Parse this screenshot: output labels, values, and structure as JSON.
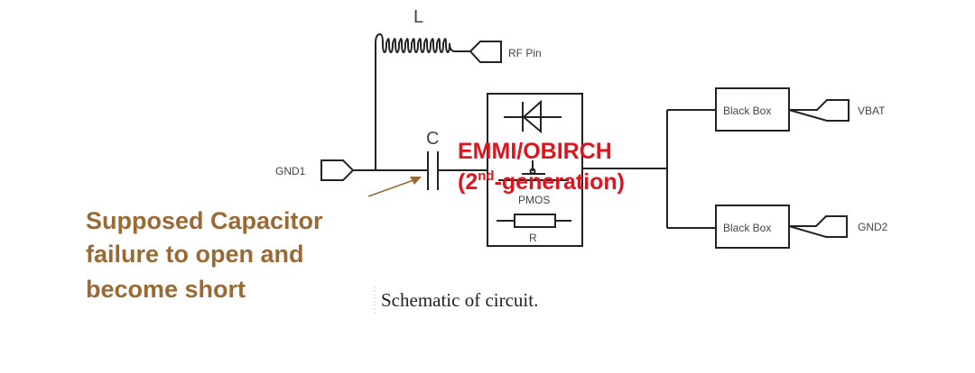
{
  "labels": {
    "inductor": "L",
    "capacitor": "C",
    "rf_pin": "RF Pin",
    "gnd1": "GND1",
    "pmos": "PMOS",
    "resistor": "R",
    "black_box_1": "Black Box",
    "black_box_2": "Black Box",
    "vbat": "VBAT",
    "gnd2": "GND2"
  },
  "overlay": {
    "line1": "EMMI/OBIRCH",
    "line2_prefix": "(2",
    "line2_sup": "nd",
    "line2_suffix": "-generation)"
  },
  "annotation": {
    "lines": [
      "Supposed Capacitor",
      "failure to open and",
      "become short"
    ]
  },
  "caption": "Schematic of circuit.",
  "colors": {
    "overlay": "#e0141e",
    "annotation": "#9a6a35",
    "wire": "#222222"
  }
}
